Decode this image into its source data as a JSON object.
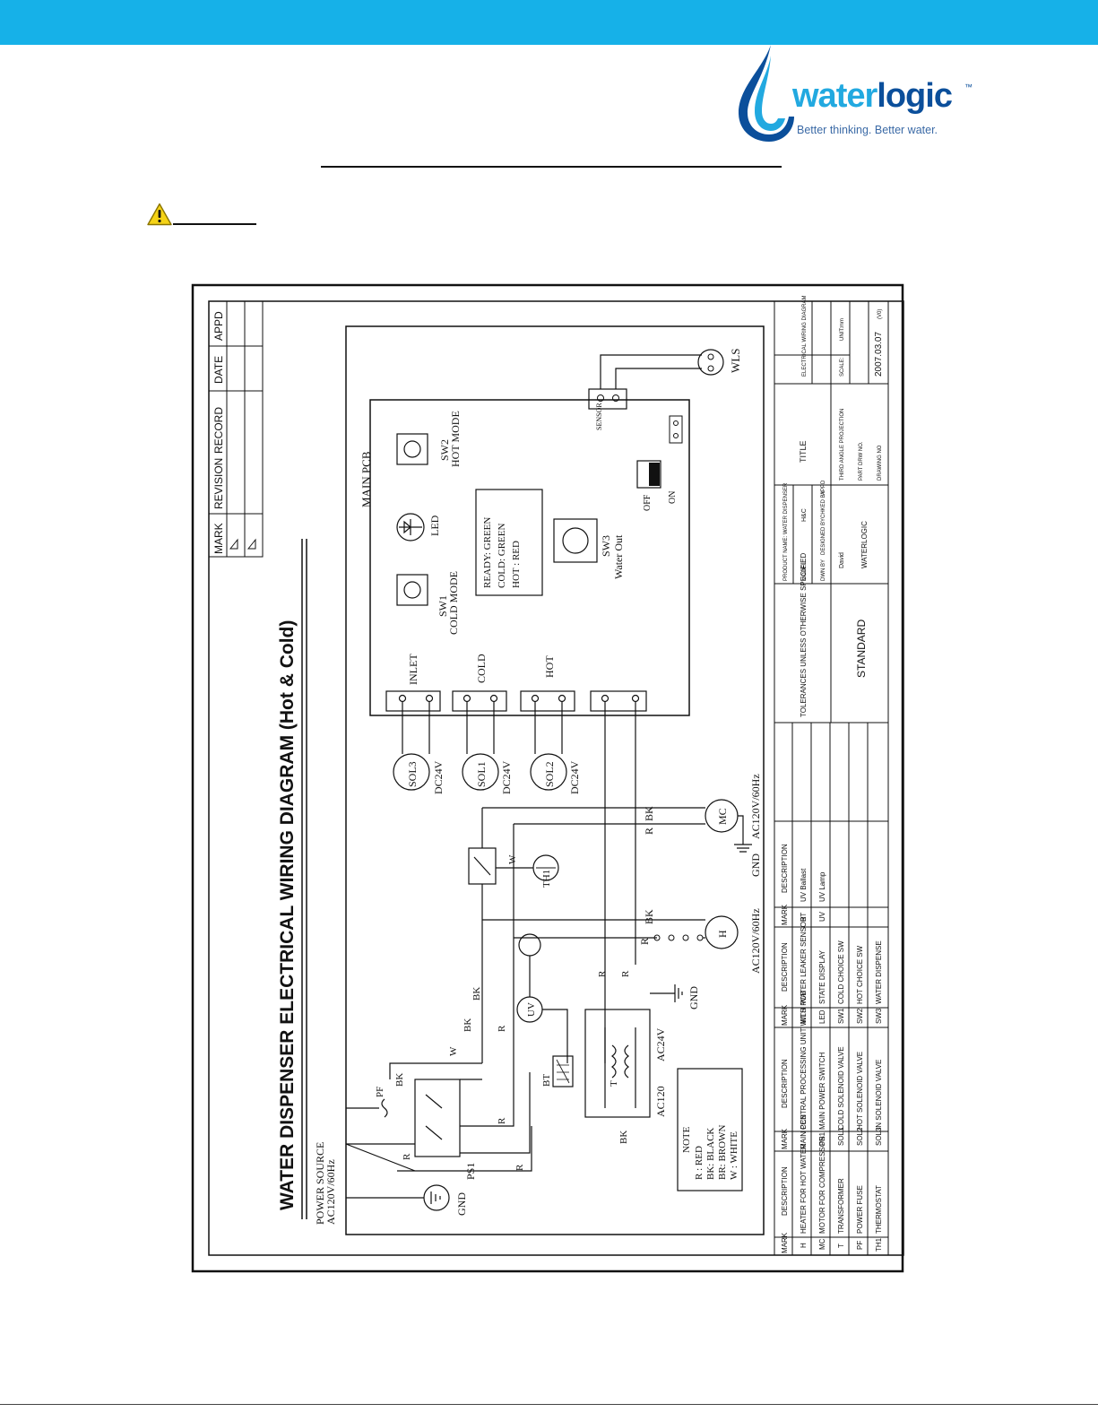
{
  "header": {
    "bar_color": "#16b1e8",
    "logo": {
      "word_part1": "water",
      "word_part2": "logic",
      "trademark": "™",
      "tagline": "Better thinking. Better water."
    }
  },
  "warning_icon": "warning-triangle-icon",
  "diagram": {
    "title": "WATER  DISPENSER ELECTRICAL WIRING DIAGRAM (Hot & Cold)",
    "power_source": [
      "POWER SOURCE",
      "AC120V/60Hz"
    ],
    "revision_headers": [
      "MARK",
      "REVISION",
      "RECORD",
      "DATE",
      "APPD"
    ],
    "pcb": {
      "label": "MAIN PCB",
      "sw1": [
        "SW1",
        "COLD MODE"
      ],
      "sw2": [
        "SW2",
        "HOT MODE"
      ],
      "sw3": [
        "SW3",
        "Water Out"
      ],
      "led": "LED",
      "status": [
        "READY: GREEN",
        "COLD: GREEN",
        "HOT : RED"
      ],
      "inlet": "INLET",
      "cold": "COLD",
      "hot": "HOT",
      "sensor": "SENSOR",
      "off": "OFF",
      "on": "ON"
    },
    "sol3": "SOL3",
    "sol1": "SOL1",
    "sol2": "SOL2",
    "dc24v": "DC24V",
    "wls": "WLS",
    "mc": "MC",
    "h": "H",
    "th1": "TH1",
    "uv": "UV",
    "ps1": "PS1",
    "pf": "PF",
    "bt": "BT",
    "t": "T",
    "gnd": "GND",
    "ac120v_60hz": "AC120V/60Hz",
    "ac120": "AC120",
    "ac24v": "AC24V",
    "wire_r": "R",
    "wire_bk": "BK",
    "wire_w": "W",
    "note": [
      "NOTE",
      "R : RED",
      "BK: BLACK",
      "BR: BROWN",
      "W : WHITE"
    ],
    "parts_header": [
      "MARK",
      "DESCRIPTION",
      "MARK",
      "DESCRIPTION",
      "MARK",
      "DESCRIPTION",
      "MARK",
      "DESCRIPTION"
    ],
    "parts": [
      [
        "H",
        "HEATER FOR HOT WATER",
        "MAIN PCB",
        "CENTRAL PROCESSING UNIT WITH PCB",
        "WLS",
        "WATER LEAKER SENSOR",
        "BT",
        "UV Ballast"
      ],
      [
        "MC",
        "MOTOR FOR COMPRESSOR",
        "PS1",
        "MAIN POWER SWITCH",
        "LED",
        "STATE DISPLAY",
        "UV",
        "UV Lamp"
      ],
      [
        "T",
        "TRANSFORMER",
        "SOL1",
        "COLD SOLENOID VALVE",
        "SW1",
        "COLD CHOICE SW",
        "",
        ""
      ],
      [
        "PF",
        "POWER FUSE",
        "SOL2",
        "HOT SOLENOID VALVE",
        "SW2",
        "HOT CHOICE SW",
        "",
        ""
      ],
      [
        "TH1",
        "THERMOSTAT",
        "SOL3",
        "IN SOLENOID VALVE",
        "SW3",
        "WATER DISPENSE",
        "",
        ""
      ]
    ],
    "tolerances": "TOLERANCES UNLESS OTHERWISE SPECIFIED",
    "standard": "STANDARD",
    "product_name_label": "PRODUCT NAME:",
    "product_name": "WATER DISPENSER",
    "model_label": "MODEL:",
    "model": "H&C",
    "dwn_by": "DWN BY",
    "designed_by": "DESIGNED BY",
    "chked_by": "CHKED BY",
    "appd": "APPD",
    "designer": "David",
    "waterlogic_small": "WATERLOGIC",
    "title_label": "TITLE",
    "title_value": "ELECTRICAL WIRING DIAGRAM",
    "projection": "THIRD ANGLE PROJECTION",
    "scale_label": "SCALE:",
    "unit": "UNIT:mm",
    "part_drw": "PART DRW NO.",
    "drawing_no": "DRAWING NO",
    "date": "2007.03.07",
    "ver": "(V0)"
  }
}
